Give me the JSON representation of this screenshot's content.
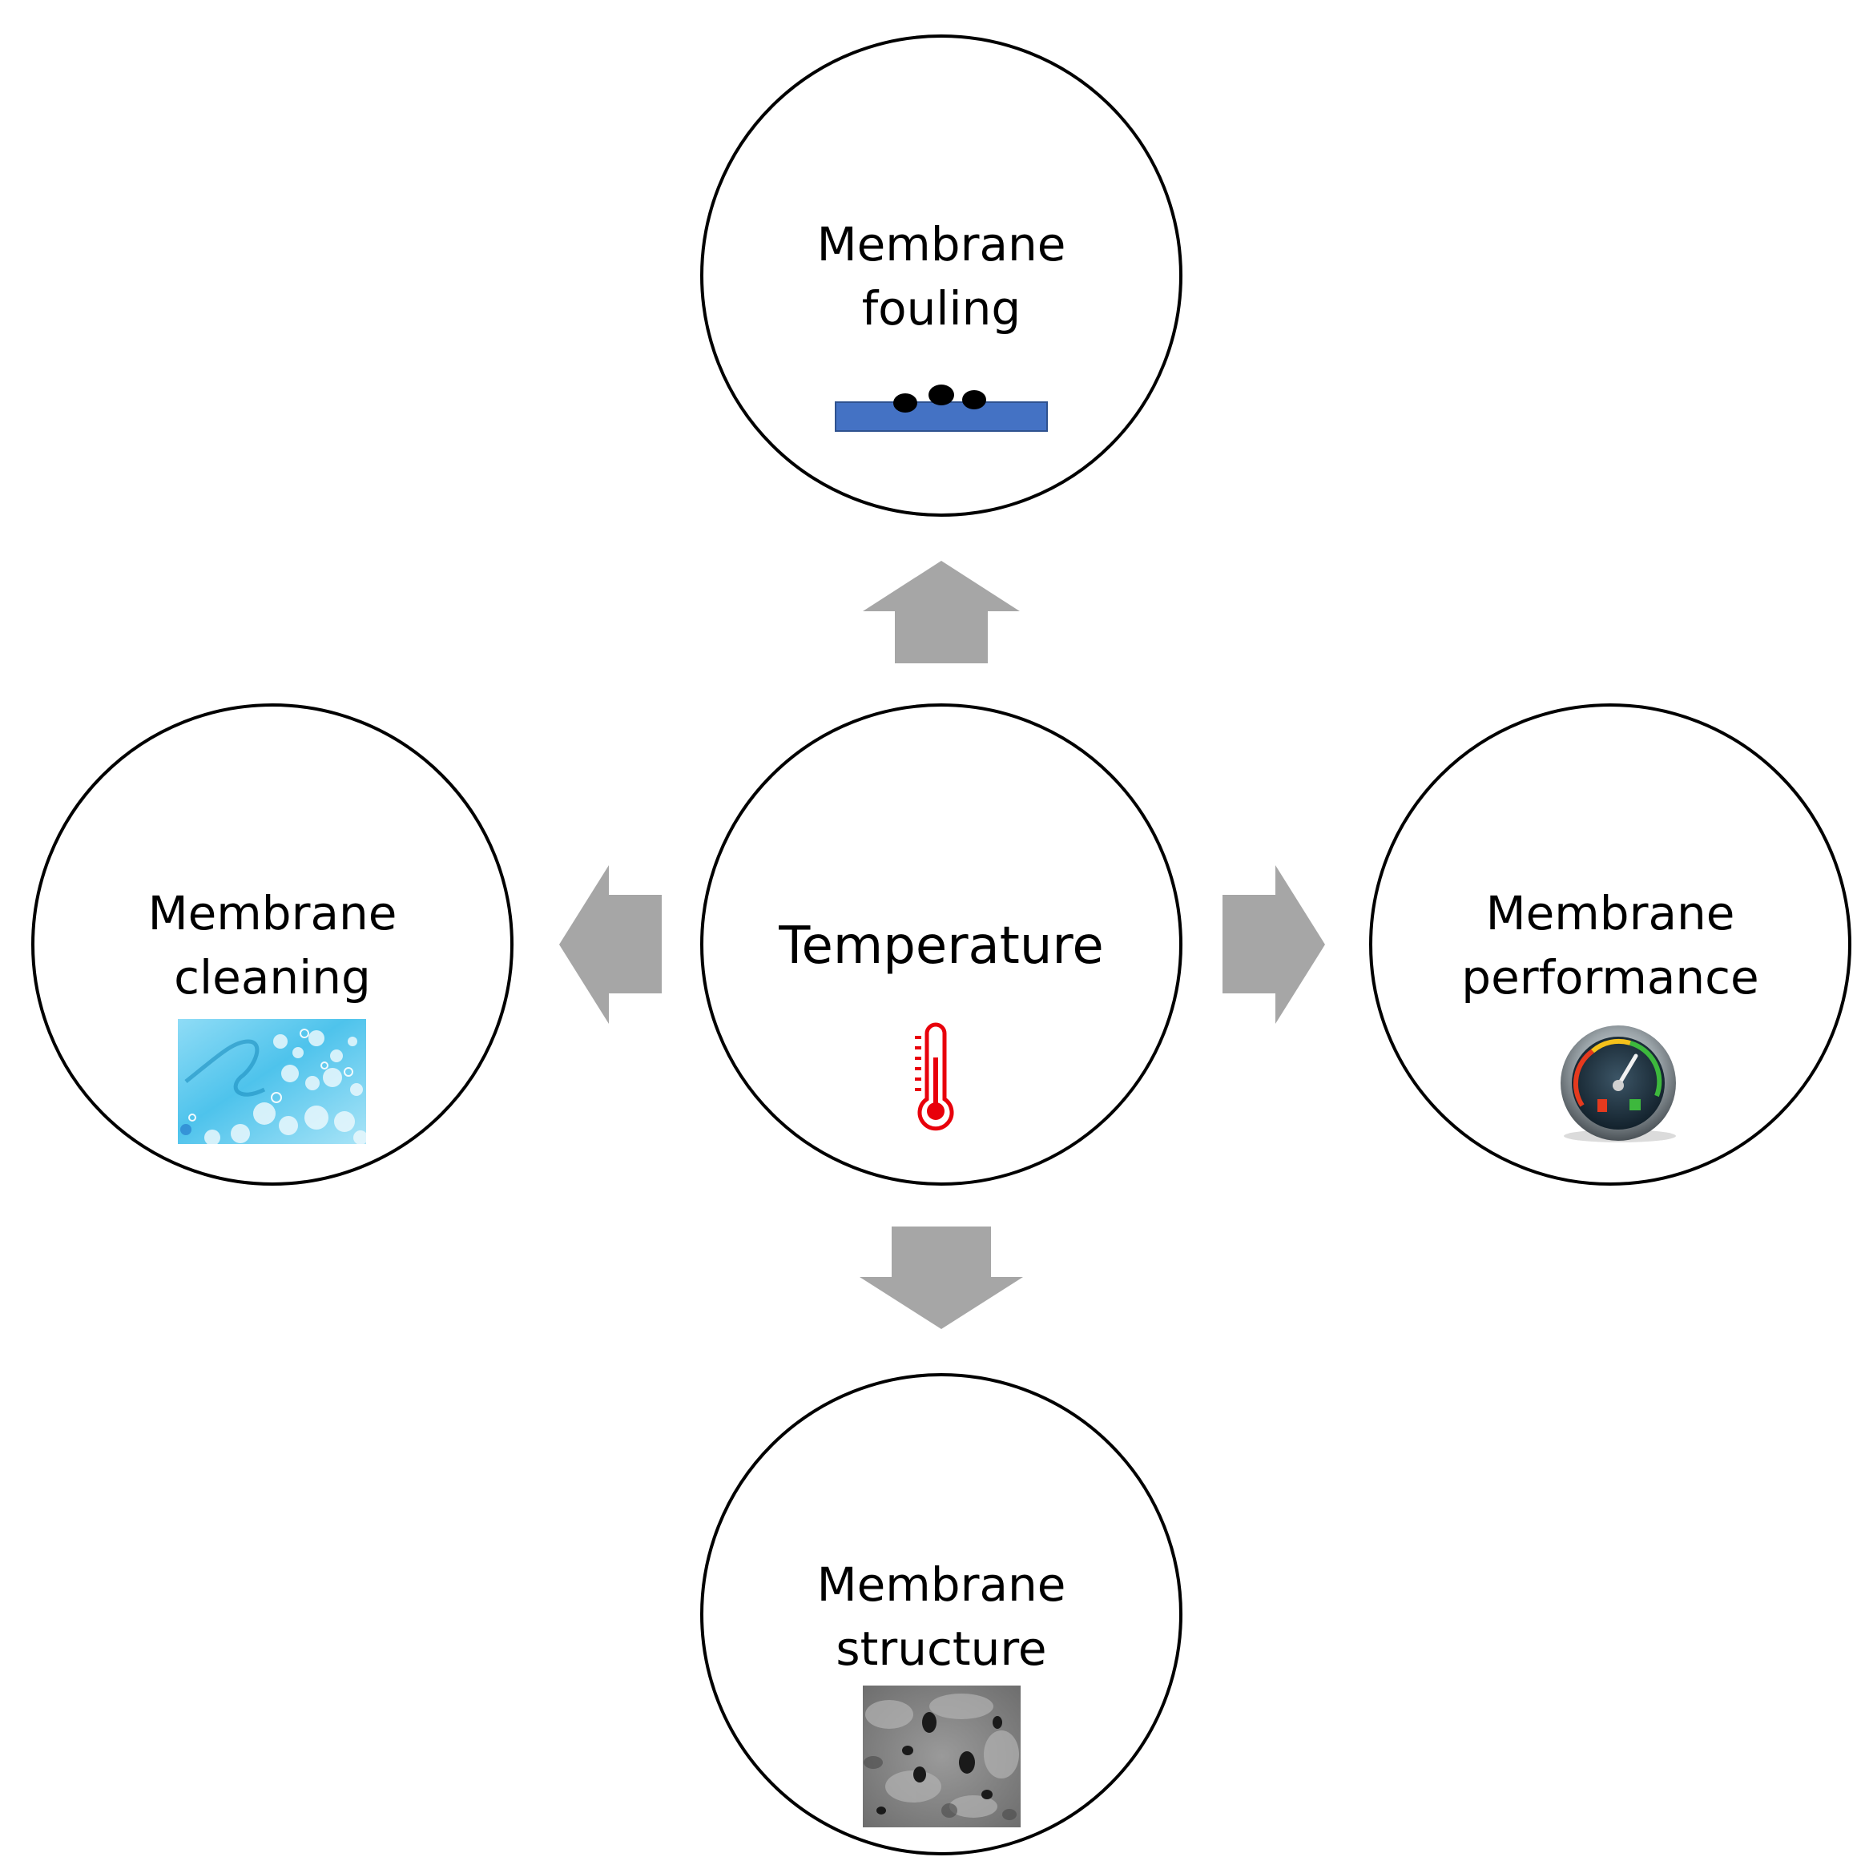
{
  "center": {
    "label": "Temperature",
    "icon": "thermometer-icon"
  },
  "nodes": {
    "top": {
      "line1": "Membrane",
      "line2": "fouling",
      "icon": "fouled-membrane-icon"
    },
    "left": {
      "line1": "Membrane",
      "line2": "cleaning",
      "icon": "foam-bubbles-image"
    },
    "right": {
      "line1": "Membrane",
      "line2": "performance",
      "icon": "speedometer-gauge-icon"
    },
    "bottom": {
      "line1": "Membrane",
      "line2": "structure",
      "icon": "sem-micrograph-image"
    }
  },
  "colors": {
    "arrow": "#a6a6a6",
    "membrane_bar": "#4472c4",
    "thermometer": "#e8000b",
    "foam": "#5cc8ee"
  }
}
